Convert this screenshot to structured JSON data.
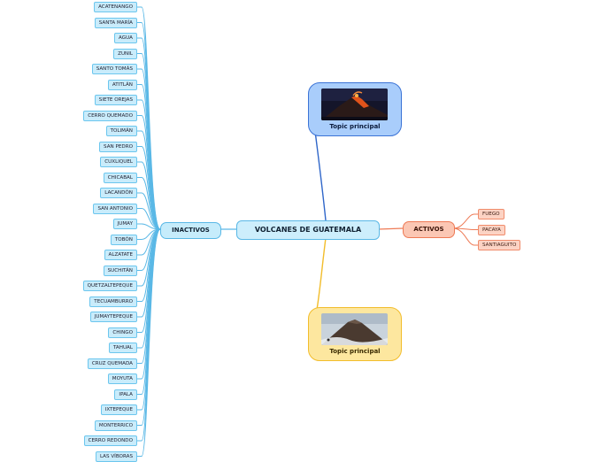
{
  "center": "VOLCANES DE GUATEMALA",
  "inactivos": {
    "label": "INACTIVOS",
    "items": [
      "ACATENANGO",
      "SANTA MARÍA",
      "AGUA",
      "ZUNIL",
      "SANTO TOMÁS",
      "ATITLÁN",
      "SIETE OREJAS",
      "CERRO QUEMADO",
      "TOLIMÁN",
      "SAN PEDRO",
      "CUXLIQUEL",
      "CHICABAL",
      "LACANDÓN",
      "SAN ANTONIO",
      "JUMAY",
      "TOBÓN",
      "ALZATATE",
      "SUCHITÁN",
      "QUETZALTEPEQUE",
      "TECUAMBURRO",
      "JUMAYTEPEQUE",
      "CHINGO",
      "TAHUAL",
      "CRUZ QUEMADA",
      "MOYUTA",
      "IPALA",
      "IXTEPEQUE",
      "MONTERRICO",
      "CERRO REDONDO",
      "LAS VÍBORAS"
    ]
  },
  "activos": {
    "label": "ACTIVOS",
    "items": [
      "FUEGO",
      "PACAYA",
      "SANTIAGUITO"
    ]
  },
  "topic_top": {
    "label": "Topic principal",
    "image": "erupting-volcano-night"
  },
  "topic_bottom": {
    "label": "Topic principal",
    "image": "volcano-above-clouds"
  },
  "colors": {
    "inactive": "#5ab8e6",
    "active": "#ee7a55",
    "top_branch": "#2f66c9",
    "bottom_branch": "#f2bd2c"
  }
}
